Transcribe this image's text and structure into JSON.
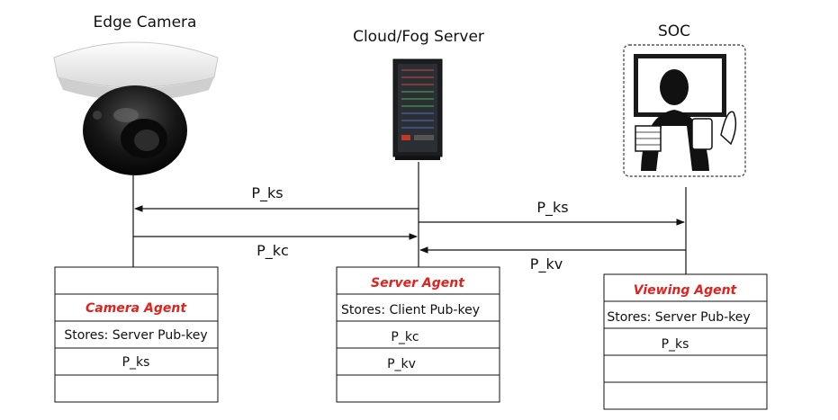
{
  "nodes": {
    "camera": {
      "title": "Edge Camera"
    },
    "server": {
      "title": "Cloud/Fog Server"
    },
    "soc": {
      "title": "SOC"
    }
  },
  "messages": {
    "ks_to_camera": "P_ks",
    "kc_to_server": "P_kc",
    "ks_to_soc": "P_ks",
    "kv_to_server": "P_kv"
  },
  "agents": {
    "camera": {
      "title": "Camera Agent",
      "rows": [
        "Stores: Server Pub-key",
        "P_ks"
      ]
    },
    "server": {
      "title": "Server Agent",
      "rows": [
        "Stores: Client Pub-key",
        "P_kc",
        "P_kv"
      ]
    },
    "viewing": {
      "title": "Viewing Agent",
      "rows": [
        "Stores: Server Pub-key",
        "P_ks"
      ]
    }
  },
  "colors": {
    "agent_title": "#e3211c",
    "line": "#111111"
  }
}
